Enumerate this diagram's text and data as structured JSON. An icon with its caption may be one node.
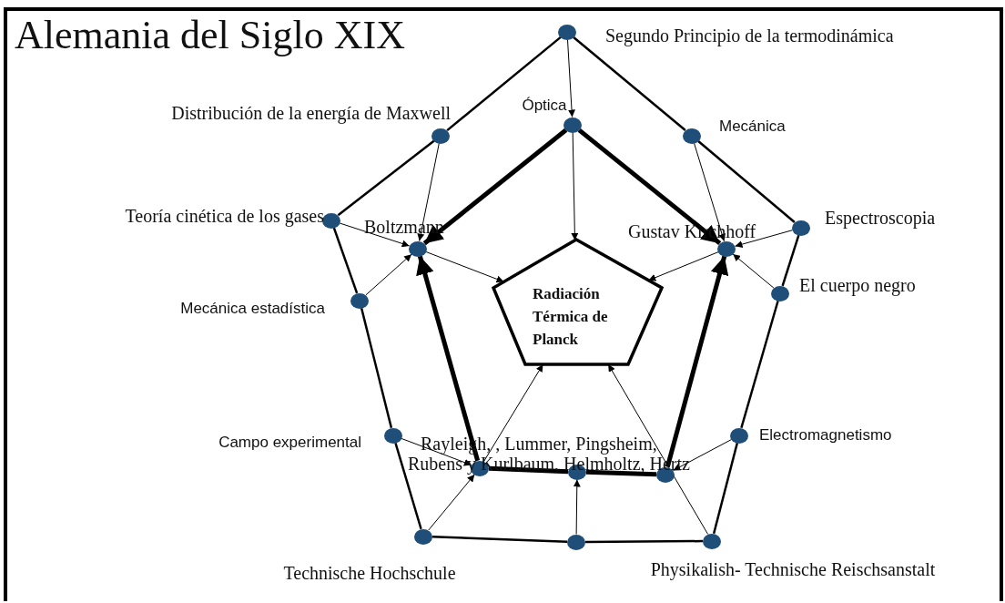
{
  "diagram": {
    "title": "Alemania del Siglo XIX",
    "nodes": [
      {
        "text": [
          "Radiación Térmica de Planck"
        ]
      },
      {
        "text": [],
        "shape": "circle",
        "beside": [
          "Segundo Principio de la termodinámica"
        ]
      },
      {
        "text": [],
        "shape": "circle",
        "beside": [
          "Distribución de la energía de Maxwell"
        ]
      },
      {
        "text": [],
        "shape": "circle",
        "beside": [
          "Teoría cinética de los gases"
        ]
      },
      {
        "text": [],
        "shape": "circle",
        "beside": [
          "Mecánica estadística"
        ]
      },
      {
        "text": [],
        "shape": "circle",
        "beside": [
          "Campo experimental"
        ]
      },
      {
        "text": [],
        "shape": "circle",
        "beside": [
          "Technische Hochschule"
        ]
      },
      {
        "text": [],
        "shape": "circle"
      },
      {
        "text": [],
        "shape": "circle",
        "beside": [
          "Physikalish- Technische Reischsanstalt"
        ]
      },
      {
        "text": [],
        "shape": "circle",
        "beside": [
          "Electromagnetismo"
        ]
      },
      {
        "text": [],
        "shape": "circle",
        "beside": [
          "El cuerpo negro"
        ]
      },
      {
        "text": [],
        "shape": "circle",
        "beside": [
          "Espectroscopia"
        ]
      },
      {
        "text": [],
        "shape": "circle",
        "beside": [
          "Mecánica"
        ]
      },
      {
        "text": [],
        "shape": "circle",
        "beside": [
          "Óptica"
        ]
      },
      {
        "text": [],
        "shape": "circle",
        "beside": [
          "Boltzmann"
        ]
      },
      {
        "text": [],
        "shape": "circle",
        "beside": [
          "Gustav Kirchhoff"
        ]
      },
      {
        "text": [],
        "shape": "circle"
      },
      {
        "text": [],
        "shape": "circle"
      },
      {
        "text": [],
        "shape": "circle"
      }
    ],
    "edges": [
      {
        "from": 1,
        "to": 13,
        "arrow": "to"
      },
      {
        "from": 13,
        "to": 0,
        "arrow": "to"
      },
      {
        "from": 2,
        "to": 14,
        "arrow": "to"
      },
      {
        "from": 3,
        "to": 14,
        "arrow": "to"
      },
      {
        "from": 4,
        "to": 14,
        "arrow": "to"
      },
      {
        "from": 14,
        "to": 0,
        "arrow": "to"
      },
      {
        "from": 12,
        "to": 15,
        "arrow": "to"
      },
      {
        "from": 11,
        "to": 15,
        "arrow": "to"
      },
      {
        "from": 15,
        "to": 0,
        "arrow": "to"
      },
      {
        "from": 10,
        "to": 15,
        "arrow": "to"
      },
      {
        "from": 5,
        "to": 16,
        "arrow": "to"
      },
      {
        "from": 6,
        "to": 16,
        "arrow": "to"
      },
      {
        "from": 16,
        "to": 0,
        "arrow": "to"
      },
      {
        "from": 7,
        "to": 17,
        "arrow": "to"
      },
      {
        "from": 8,
        "to": 0,
        "arrow": "to"
      },
      {
        "from": 9,
        "to": 18,
        "arrow": "to"
      },
      {
        "from": 1,
        "to": 2,
        "arrow": "none"
      },
      {
        "from": 2,
        "to": 3,
        "arrow": "none"
      },
      {
        "from": 3,
        "to": 4,
        "arrow": "none"
      },
      {
        "from": 4,
        "to": 5,
        "arrow": "none"
      },
      {
        "from": 5,
        "to": 6,
        "arrow": "none"
      },
      {
        "from": 6,
        "to": 7,
        "arrow": "none"
      },
      {
        "from": 7,
        "to": 8,
        "arrow": "none"
      },
      {
        "from": 8,
        "to": 9,
        "arrow": "none"
      },
      {
        "from": 9,
        "to": 10,
        "arrow": "none"
      },
      {
        "from": 10,
        "to": 11,
        "arrow": "none"
      },
      {
        "from": 11,
        "to": 12,
        "arrow": "none"
      },
      {
        "from": 12,
        "to": 1,
        "arrow": "none"
      },
      {
        "from": 13,
        "to": 14,
        "arrow": "to",
        "style": "thick"
      },
      {
        "from": 13,
        "to": 15,
        "arrow": "to",
        "style": "thick"
      },
      {
        "from": 16,
        "to": 14,
        "arrow": "to",
        "style": "thick"
      },
      {
        "from": 18,
        "to": 15,
        "arrow": "to",
        "style": "thick"
      },
      {
        "from": 16,
        "to": 17,
        "arrow": "none",
        "style": "thick"
      },
      {
        "from": 17,
        "to": 18,
        "arrow": "none",
        "style": "thick"
      }
    ],
    "labels": [
      "Rayleigh, , Lummer, Pingsheim, Rubens y Kurlbaum, Helmholtz, Hertz"
    ]
  }
}
